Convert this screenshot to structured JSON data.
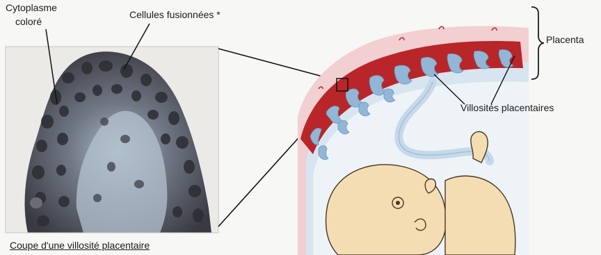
{
  "labels": {
    "cytoplasm_line1": "Cytoplasme",
    "cytoplasm_line2": "coloré",
    "fused_cells": "Cellules fusionnées *",
    "placenta": "Placenta",
    "villi": "Villosités placentaires",
    "caption": "Coupe d'une villosité placentaire"
  },
  "colors": {
    "tissue_dark": "#3f3f46",
    "tissue_light": "#9aa7b6",
    "uterus_wall": "#f0c9cc",
    "villi_red": "#b8262a",
    "villi_blue": "#8fb3d4",
    "amniotic": "#d9e7f1",
    "fetus_skin": "#f4ddb3",
    "outline": "#3a2a1e"
  }
}
